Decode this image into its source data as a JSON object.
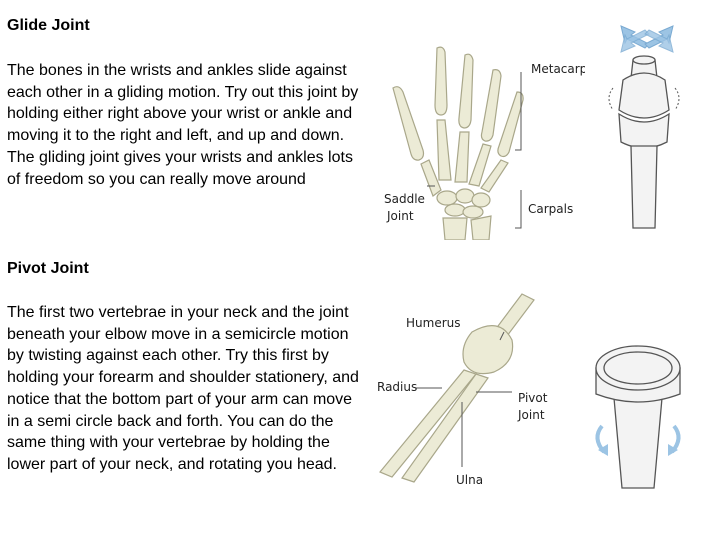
{
  "glide": {
    "title": "Glide Joint",
    "body": "The bones in the wrists and ankles slide against each other in a gliding motion. Try out this joint by holding either right above your wrist or ankle and moving it to the right and left, and up and down. The gliding joint gives your wrists and ankles lots of freedom so you can really move around"
  },
  "pivot": {
    "title": "Pivot Joint",
    "body": "The first two vertebrae in your neck and the joint beneath your elbow move in a semicircle motion by twisting against each other. Try this first by holding your forearm and shoulder stationery, and notice that the bottom part of your arm can move in a semi circle back and forth. You can do the same thing with your vertebrae by holding the lower part of your neck, and rotating you head."
  },
  "hand_labels": {
    "metacarpals": "Metacarpals",
    "saddle_1": "Saddle",
    "saddle_2": "Joint",
    "carpals": "Carpals"
  },
  "arm_labels": {
    "humerus": "Humerus",
    "radius": "Radius",
    "pivot_1": "Pivot",
    "pivot_2": "Joint",
    "ulna": "Ulna"
  },
  "colors": {
    "bone_fill": "#ecebd6",
    "bone_stroke": "#a9a78a",
    "arrow_blue": "#9cc4e4",
    "model_fill": "#f3f3f3"
  }
}
